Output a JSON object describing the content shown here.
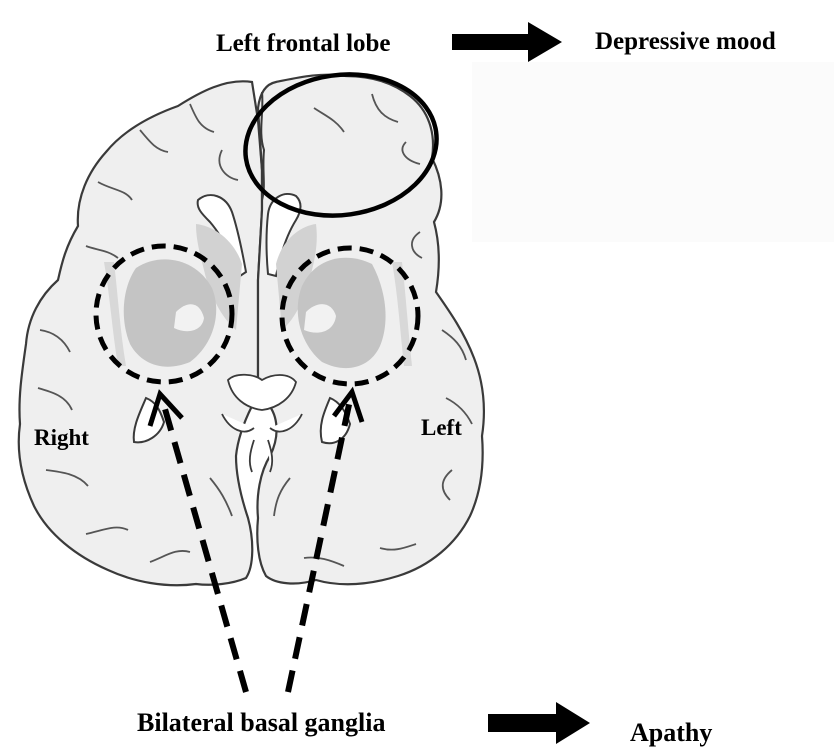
{
  "labels": {
    "frontal": "Left frontal lobe",
    "depressive": "Depressive mood",
    "right": "Right",
    "left": "Left",
    "basal": "Bilateral basal ganglia",
    "apathy": "Apathy"
  },
  "colors": {
    "brain_fill": "#efefef",
    "basal_ganglia_fill": "#d2d2d2",
    "putamen_fill": "#c4c4c4",
    "outline": "#3a3a3a",
    "marks": "#000000"
  }
}
